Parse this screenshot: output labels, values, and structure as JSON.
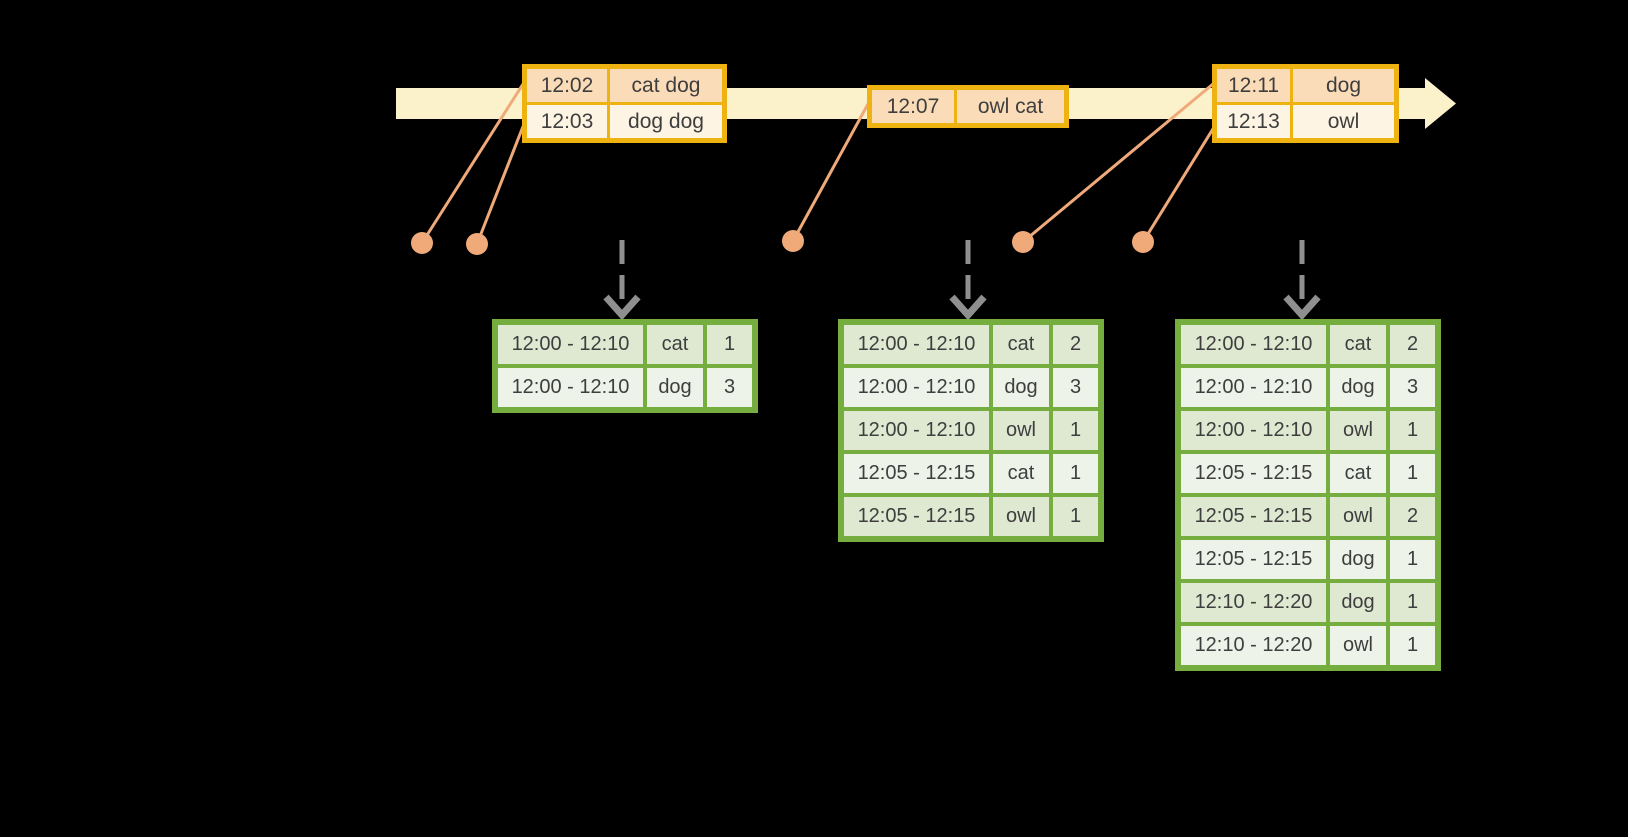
{
  "colors": {
    "background": "#000000",
    "timeline-fill": "#fbf2cc",
    "event-border": "#eeb211",
    "event-row-a": "#fbdcb8",
    "event-row-b": "#fdf4e3",
    "connector": "#f0aa7a",
    "trigger-arrow": "#8f8f8f",
    "table-border": "#76ad3f",
    "table-row-a": "#dfe9d2",
    "table-row-b": "#eef3e9",
    "text": "#3e3e3e"
  },
  "event_boxes": [
    {
      "rows": [
        {
          "time": "12:02",
          "words": "cat dog"
        },
        {
          "time": "12:03",
          "words": "dog dog"
        }
      ]
    },
    {
      "rows": [
        {
          "time": "12:07",
          "words": "owl cat"
        }
      ]
    },
    {
      "rows": [
        {
          "time": "12:11",
          "words": "dog"
        },
        {
          "time": "12:13",
          "words": "owl"
        }
      ]
    }
  ],
  "result_tables": [
    {
      "rows": [
        [
          "12:00 - 12:10",
          "cat",
          "1"
        ],
        [
          "12:00 - 12:10",
          "dog",
          "3"
        ]
      ]
    },
    {
      "rows": [
        [
          "12:00 - 12:10",
          "cat",
          "2"
        ],
        [
          "12:00 - 12:10",
          "dog",
          "3"
        ],
        [
          "12:00 - 12:10",
          "owl",
          "1"
        ],
        [
          "12:05 - 12:15",
          "cat",
          "1"
        ],
        [
          "12:05 - 12:15",
          "owl",
          "1"
        ]
      ]
    },
    {
      "rows": [
        [
          "12:00 - 12:10",
          "cat",
          "2"
        ],
        [
          "12:00 - 12:10",
          "dog",
          "3"
        ],
        [
          "12:00 - 12:10",
          "owl",
          "1"
        ],
        [
          "12:05 - 12:15",
          "cat",
          "1"
        ],
        [
          "12:05 - 12:15",
          "owl",
          "2"
        ],
        [
          "12:05 - 12:15",
          "dog",
          "1"
        ],
        [
          "12:10 - 12:20",
          "dog",
          "1"
        ],
        [
          "12:10 - 12:20",
          "owl",
          "1"
        ]
      ]
    }
  ]
}
